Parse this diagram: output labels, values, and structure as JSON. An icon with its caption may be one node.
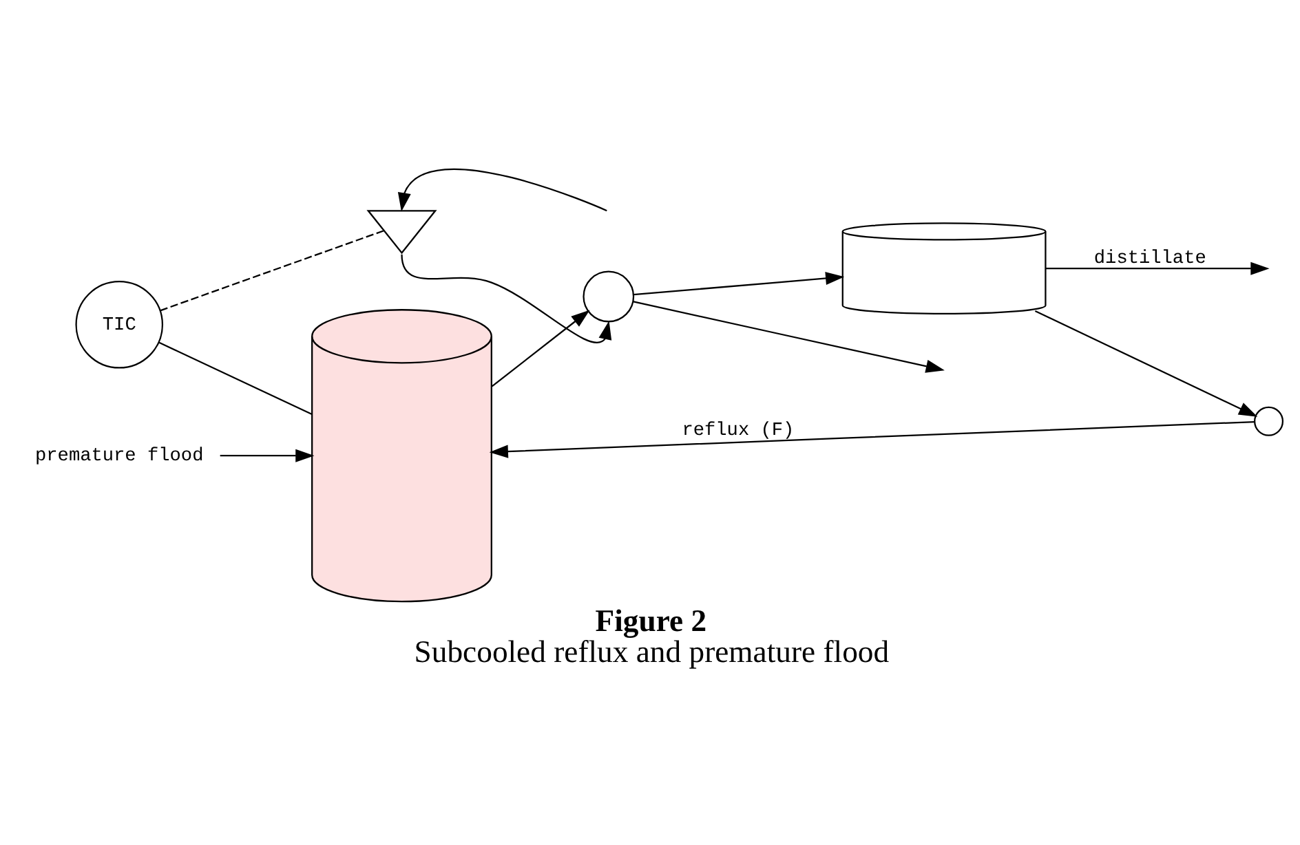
{
  "diagram": {
    "title": "Figure 2",
    "caption": "Subcooled reflux and premature flood",
    "nodes": [
      {
        "text": [
          "TIC"
        ]
      },
      {
        "text": [],
        "shape": "cylinder"
      },
      {
        "text": [
          "premature flood"
        ]
      },
      {
        "text": [],
        "shape": "circle"
      },
      {
        "text": [],
        "shape": "valve"
      },
      {
        "text": [],
        "shape": "cylinder"
      },
      {
        "text": [],
        "shape": "circle"
      }
    ],
    "edges": [
      {
        "from": 1,
        "to": 3,
        "arrow": "to"
      },
      {
        "from": 0,
        "to": 1,
        "arrow": "none"
      },
      {
        "from": 0,
        "to": 4,
        "arrow": "none",
        "style": "dashed"
      },
      {
        "from": null,
        "to": 4,
        "arrow": "to"
      },
      {
        "from": 4,
        "to": 3,
        "arrow": "to"
      },
      {
        "from": 3,
        "to": null,
        "arrow": "to"
      },
      {
        "from": 3,
        "to": 5,
        "arrow": "to"
      },
      {
        "from": 5,
        "to": 6,
        "arrow": "to"
      },
      {
        "from": 6,
        "to": 1,
        "arrow": "to",
        "label": "reflux (F)"
      },
      {
        "from": 5,
        "to": null,
        "arrow": "to",
        "label": "distillate"
      },
      {
        "from": 2,
        "to": 1,
        "arrow": "to"
      }
    ]
  }
}
